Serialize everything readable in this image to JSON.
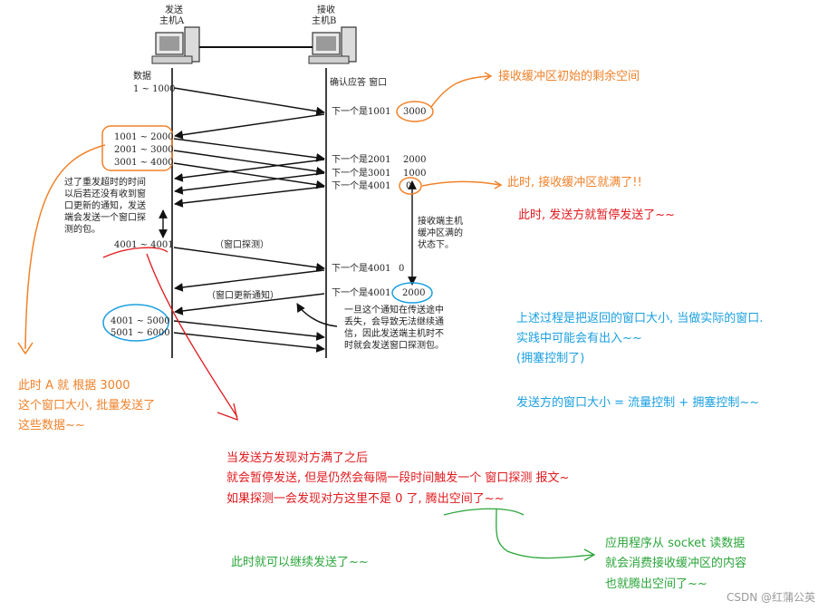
{
  "hosts": {
    "a_label_1": "发送",
    "a_label_2": "主机A",
    "b_label_1": "接收",
    "b_label_2": "主机B"
  },
  "left_column": {
    "data_header": "数据",
    "seg_1": "1 ~ 1000",
    "seg_2": "1001 ~ 2000",
    "seg_3": "2001 ~ 3000",
    "seg_4": "3001 ~ 4000",
    "timeout_note": [
      "过了重发超时的时间",
      "以后若还没有收到窗",
      "口更新的通知，发送",
      "端会发送一个窗口探",
      "测的包。"
    ],
    "probe_seg": "4001 ~ 4001",
    "seg_5": "4001 ~ 5000",
    "seg_6": "5001 ~ 6000"
  },
  "right_column": {
    "header": "确认应答 窗口",
    "ack_1": "下一个是1001",
    "win_1": "3000",
    "ack_2": "下一个是2001",
    "win_2": "2000",
    "ack_3": "下一个是3001",
    "win_3": "1000",
    "ack_4": "下一个是4001",
    "win_4": "0",
    "full_note": [
      "接收端主机",
      "缓冲区满的",
      "状态下。"
    ],
    "ack_5": "下一个是4001",
    "win_5": "0",
    "ack_6": "下一个是4001",
    "win_6": "2000"
  },
  "middle": {
    "probe_label": "（窗口探测）",
    "update_label": "（窗口更新通知）",
    "lost_note": [
      "一旦这个通知在传送途中",
      "丢失，会导致无法继续通",
      "信，因此发送端主机时不",
      "时就会发送窗口探测包。"
    ]
  },
  "annotations": {
    "recv_buffer_init": "接收缓冲区初始的剩余空间",
    "buffer_full": "此时, 接收缓冲区就满了!!",
    "sender_pause": "此时, 发送方就暂停发送了~~",
    "blue_1": "上述过程是把返回的窗口大小, 当做实际的窗口.",
    "blue_2": "实践中可能会有出入~~",
    "blue_3": "(拥塞控制了)",
    "blue_4": "发送方的窗口大小 = 流量控制 + 拥塞控制~~",
    "orange_1": "此时 A 就 根据 3000",
    "orange_2": "这个窗口大小, 批量发送了",
    "orange_3": "这些数据~~",
    "red_1": "当发送方发现对方满了之后",
    "red_2": "就会暂停发送, 但是仍然会每隔一段时间触发一个 窗口探测 报文~",
    "red_3": "如果探测一会发现对方这里不是 0 了, 腾出空间了~~",
    "green_1": "此时就可以继续发送了~~",
    "green_2": "应用程序从 socket 读数据",
    "green_3": "就会消费接收缓冲区的内容",
    "green_4": "也就腾出空间了~~"
  },
  "watermark": "CSDN @红蒲公英",
  "colors": {
    "orange": "#f0822a",
    "red": "#e0191e",
    "blue": "#1a9fe0",
    "green": "#2aa53a"
  }
}
